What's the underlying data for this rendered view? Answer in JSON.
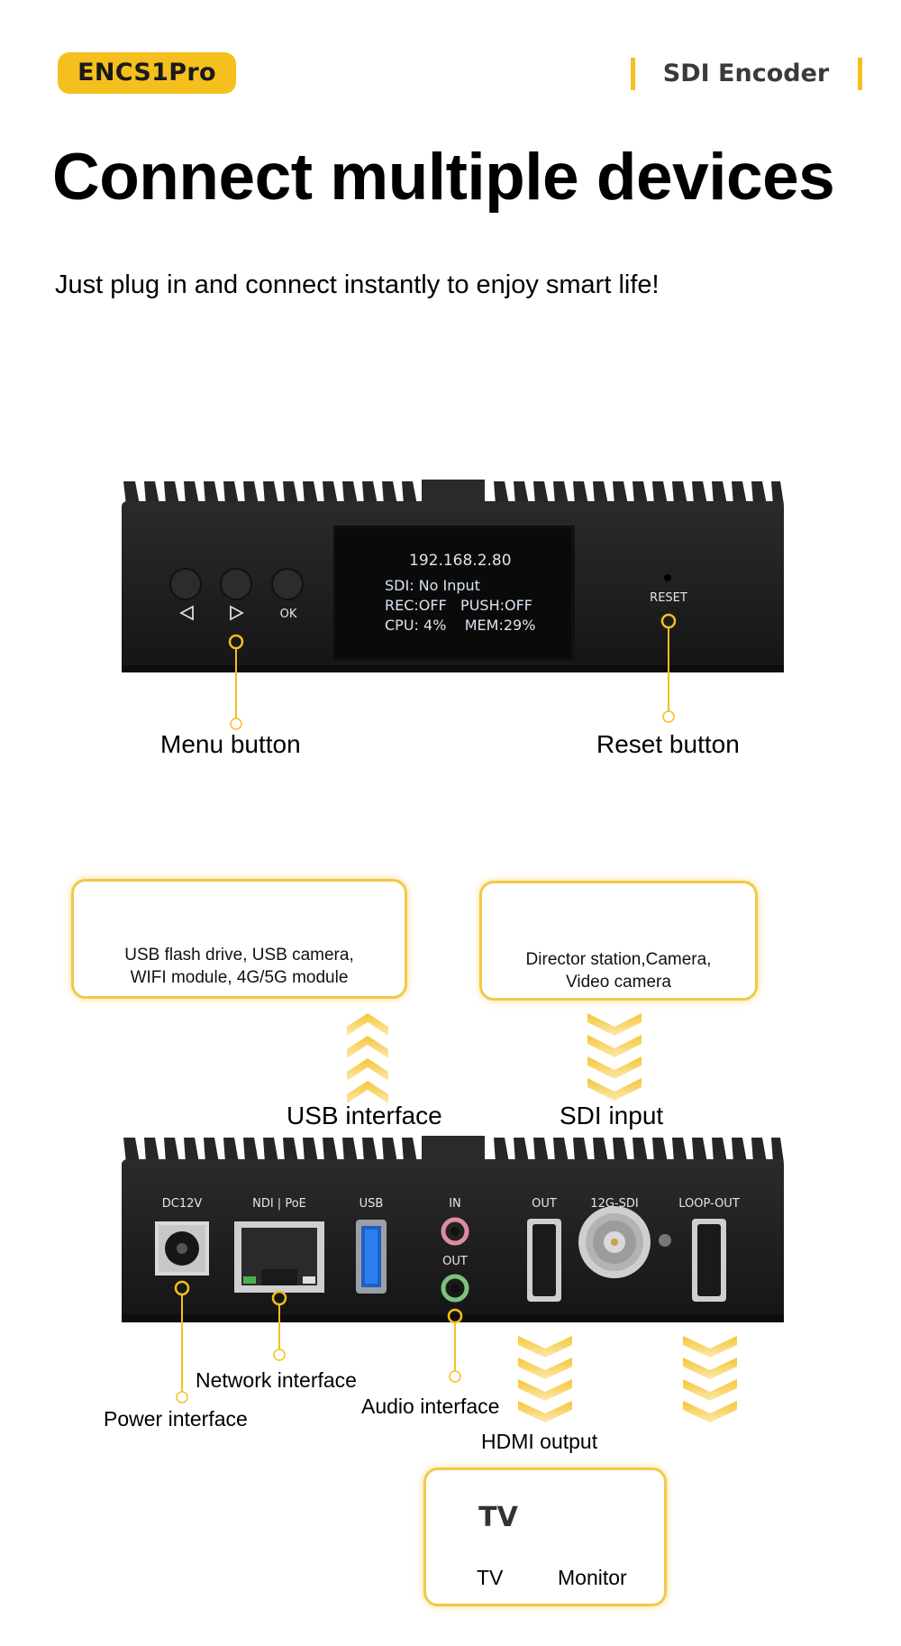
{
  "header": {
    "model": "ENCS1Pro",
    "category": "SDI Encoder"
  },
  "title": "Connect multiple devices",
  "subtitle": "Just plug in and connect instantly to enjoy smart life!",
  "front_panel": {
    "screen": {
      "ip": "192.168.2.80",
      "line2": "SDI: No Input",
      "line3": "REC:OFF   PUSH:OFF",
      "line4": "CPU: 4%    MEM:29%"
    },
    "button_ok": "OK",
    "reset_label": "RESET",
    "menu_callout": "Menu button",
    "reset_callout": "Reset button"
  },
  "usb_box": {
    "text1": "USB flash drive, USB camera,",
    "text2": "WIFI module, 4G/5G module"
  },
  "sdi_box": {
    "text1": "Director station,Camera,",
    "text2": "Video camera"
  },
  "labels": {
    "usb_interface": "USB interface",
    "sdi_input": "SDI input"
  },
  "rear_panel": {
    "dc12v": "DC12V",
    "ndi_poe": "NDI | PoE",
    "usb": "USB",
    "audio_in": "IN",
    "audio_out": "OUT",
    "hdmi_out": "OUT",
    "sdi": "12G-SDI",
    "loop_out": "LOOP-OUT"
  },
  "rear_callouts": {
    "network": "Network interface",
    "power": "Power interface",
    "audio": "Audio interface",
    "hdmi": "HDMI output"
  },
  "display_box": {
    "tv_text": "TV",
    "tv_label": "TV",
    "monitor_label": "Monitor"
  },
  "colors": {
    "accent": "#f5bf1e",
    "device": "#1f1f1f"
  }
}
